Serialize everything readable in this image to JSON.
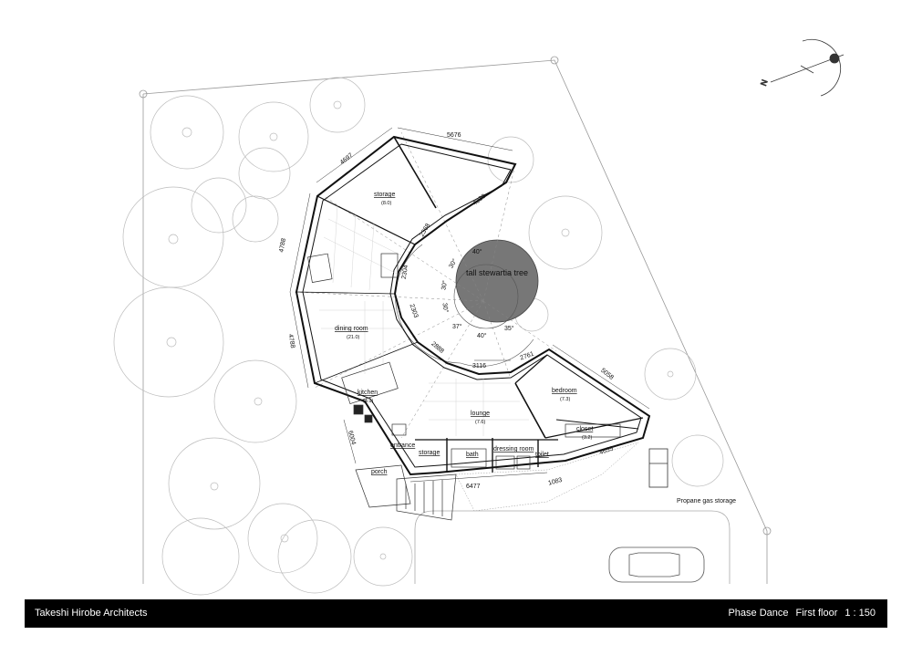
{
  "footer": {
    "firm": "Takeshi Hirobe Architects",
    "project": "Phase Dance",
    "floor": "First floor",
    "scale": "1 : 150"
  },
  "compass": {
    "north_label": "N"
  },
  "tree_label": "tall stewartia tree",
  "rooms": {
    "storage_top": {
      "name": "storage",
      "area": "(8.0)"
    },
    "dining": {
      "name": "dining room",
      "area": "(21.0)"
    },
    "kitchen": {
      "name": "kitchen",
      "area": "(4.9)"
    },
    "lounge": {
      "name": "lounge",
      "area": "(7.6)"
    },
    "bedroom": {
      "name": "bedroom",
      "area": "(7.3)"
    },
    "closet": {
      "name": "closet",
      "area": "(3.2)"
    },
    "entrance": "entrance",
    "storage_small": "storage",
    "bath": "bath",
    "dressing": "dressing room",
    "toilet": "toilet",
    "porch": "porch",
    "propane": "Propane gas storage"
  },
  "dimensions": {
    "d5676": "5676",
    "d4697": "4697",
    "d4239": "4239",
    "d2368": "2368",
    "d4788a": "4788",
    "d2304": "2304",
    "d4788b": "4788",
    "d2303": "2303",
    "d2888": "2888",
    "d3116": "3116",
    "d2761": "2761",
    "d5058": "5058",
    "d6004": "6004",
    "d4655": "4655",
    "d6477": "6477",
    "d1083": "1083"
  },
  "angles": {
    "a1": "40°",
    "a2": "30°",
    "a3": "30°",
    "a4": "30°",
    "a5": "37°",
    "a6": "40°",
    "a7": "35°"
  }
}
